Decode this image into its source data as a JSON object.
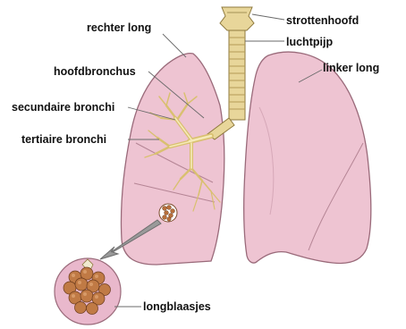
{
  "labels": {
    "larynx": "strottenhoofd",
    "trachea": "luchtpijp",
    "left_lung": "linker long",
    "right_lung": "rechter long",
    "main_bronchus": "hoofdbronchus",
    "secondary_bronchi": "secundaire bronchi",
    "tertiary_bronchi": "tertiaire bronchi",
    "alveoli": "longblaasjes"
  },
  "colors": {
    "lung_fill": "#eec4d2",
    "lung_edge": "#9a6a7a",
    "trachea": "#e8d69a",
    "bronchi": "#f3e4a8",
    "alveoli": "#c07a45",
    "zoom_bg": "#e9b8cc"
  }
}
